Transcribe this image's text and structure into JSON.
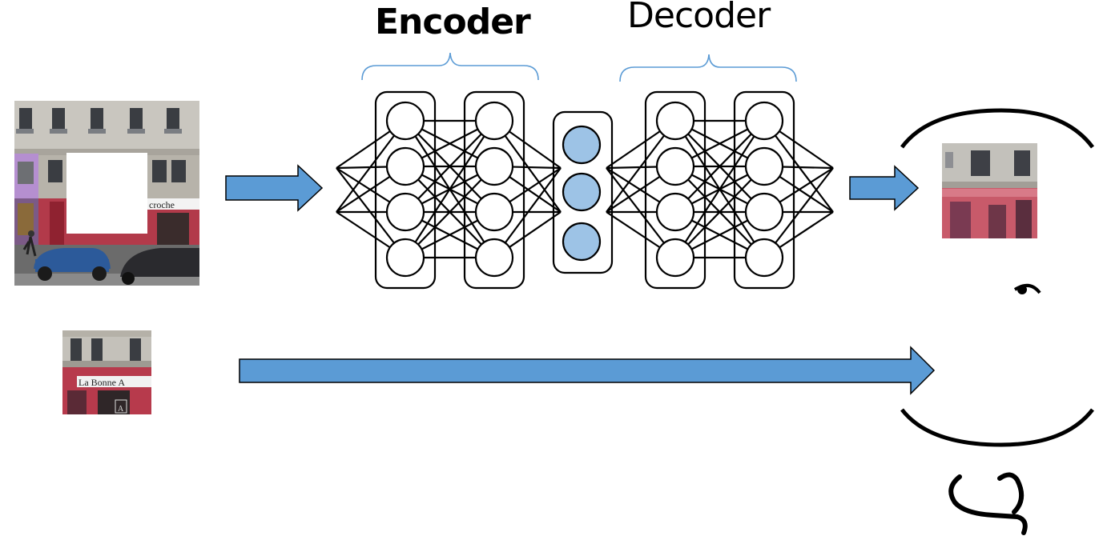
{
  "titles": {
    "encoder": "Encoder",
    "decoder": "Decoder"
  },
  "storefront": {
    "sign_main": "croche",
    "sign_crop": "La Bonne A",
    "door_mark": "A"
  },
  "network": {
    "layers": [
      {
        "name": "encoder-layer-1",
        "neurons": 4,
        "filled": false
      },
      {
        "name": "encoder-layer-2",
        "neurons": 4,
        "filled": false
      },
      {
        "name": "bottleneck",
        "neurons": 3,
        "filled": true
      },
      {
        "name": "decoder-layer-1",
        "neurons": 4,
        "filled": false
      },
      {
        "name": "decoder-layer-2",
        "neurons": 4,
        "filled": false
      }
    ]
  },
  "colors": {
    "arrow_fill": "#5b9bd5",
    "brace": "#5b9bd5",
    "bottleneck_fill": "#9dc3e6",
    "stroke": "#000000"
  }
}
